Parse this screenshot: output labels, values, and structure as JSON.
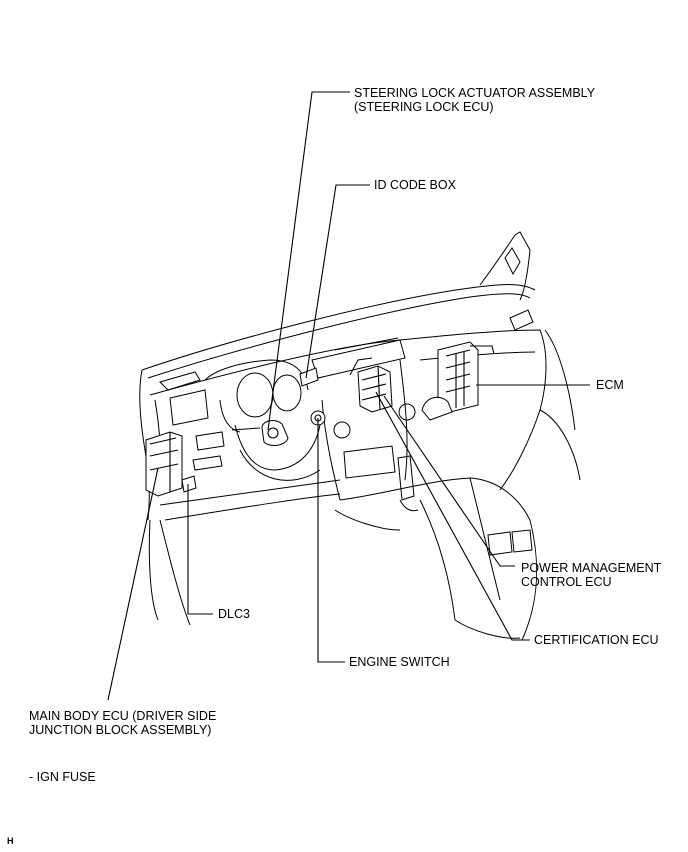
{
  "labels": {
    "steering_lock_line1": "STEERING LOCK ACTUATOR ASSEMBLY",
    "steering_lock_line2": "(STEERING LOCK ECU)",
    "id_code_box": "ID CODE BOX",
    "ecm": "ECM",
    "power_mgmt_line1": "POWER MANAGEMENT",
    "power_mgmt_line2": "CONTROL ECU",
    "certification_ecu": "CERTIFICATION  ECU",
    "engine_switch": "ENGINE SWITCH",
    "dlc3": "DLC3",
    "main_body_line1": "MAIN BODY ECU (DRIVER SIDE",
    "main_body_line2": "JUNCTION  BLOCK ASSEMBLY)",
    "ign_fuse": "- IGN FUSE",
    "corner_mark": "H"
  }
}
